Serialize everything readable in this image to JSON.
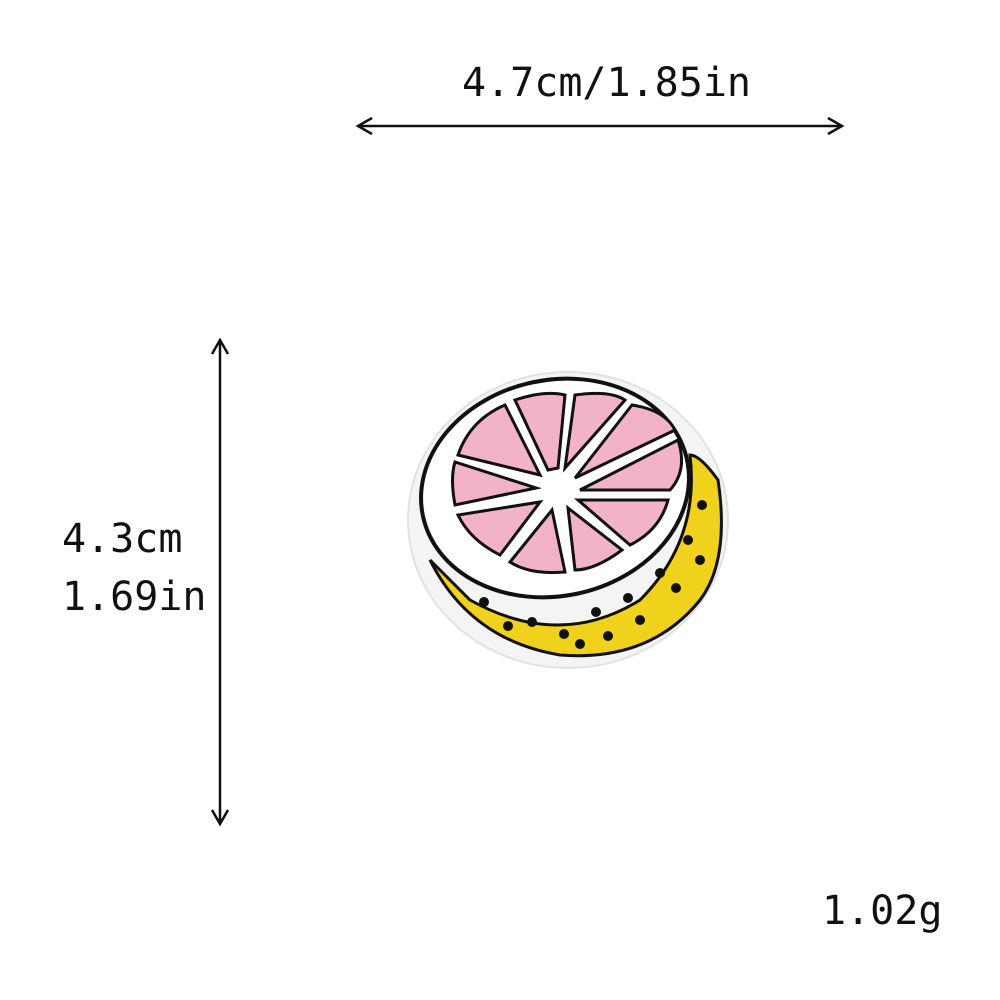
{
  "dimensions": {
    "width_label": "4.7cm/1.85in",
    "height_cm": "4.3cm",
    "height_in": "1.69in"
  },
  "weight_label": "1.02g",
  "product": {
    "icon": "grapefruit-slice-patch",
    "colors": {
      "flesh": "#f2b3c8",
      "flesh_outline": "#1a1a1a",
      "rind": "#f0d21c",
      "pith": "#ffffff",
      "patch_border": "#f7f7f7",
      "seed": "#111111"
    }
  }
}
